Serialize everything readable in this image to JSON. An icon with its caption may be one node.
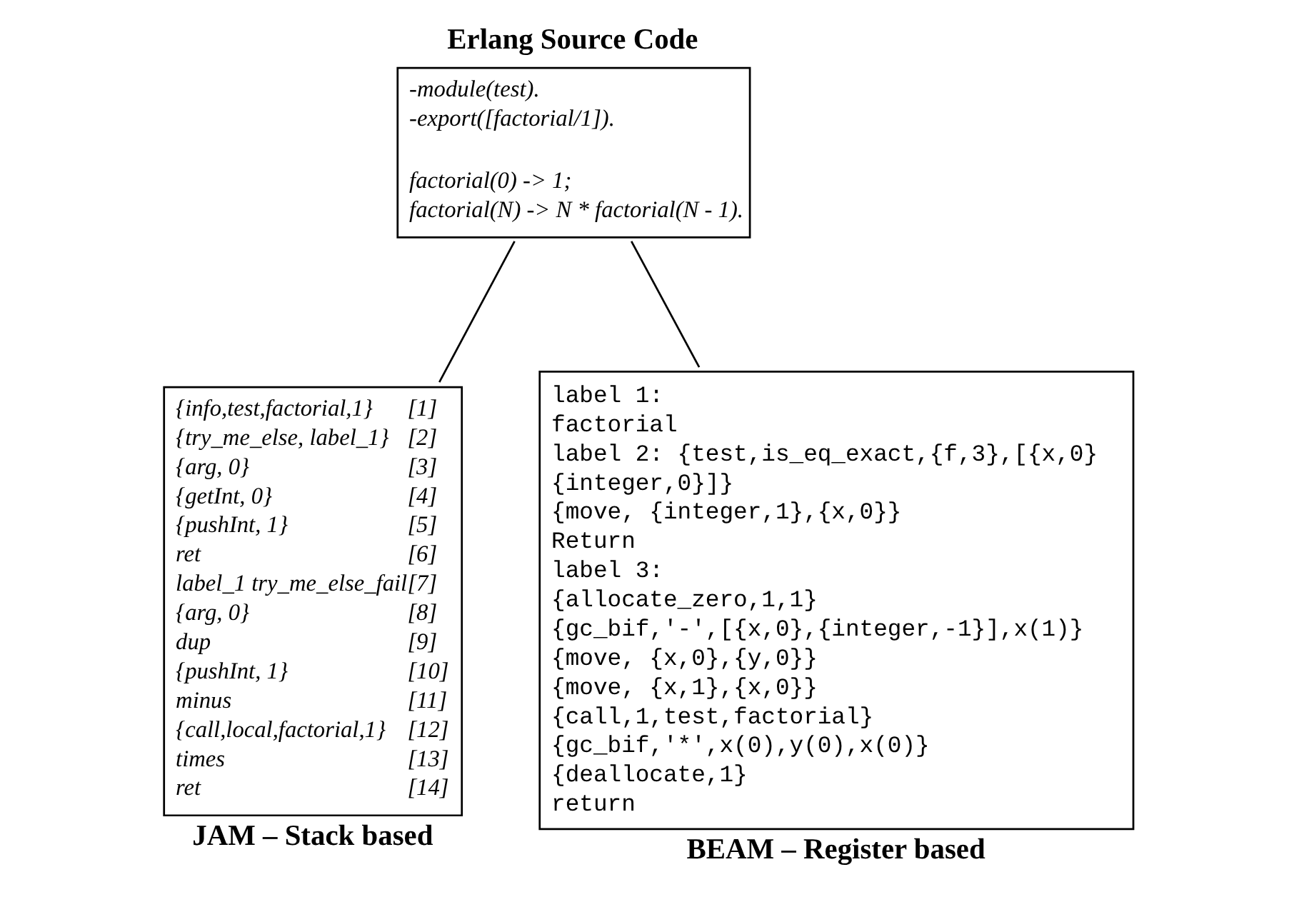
{
  "diagram": {
    "nodes": [
      {
        "text": [
          "Erlang Source Code",
          "-module(test).",
          "-export([factorial/1]).",
          "factorial(0) -> 1;",
          "factorial(N) -> N * factorial(N - 1)."
        ]
      },
      {
        "text": [
          "{info,test,factorial,1}",
          "[1]",
          "{try_me_else, label_1}",
          "[2]",
          "{arg, 0}",
          "[3]",
          "{getInt, 0}",
          "[4]",
          "{pushInt, 1}",
          "[5]",
          "ret",
          "[6]",
          "label_1 try_me_else_fail",
          "[7]",
          "{arg, 0}",
          "[8]",
          "dup",
          "[9]",
          "{pushInt, 1}",
          "[10]",
          "minus",
          "[11]",
          "{call,local,factorial,1}",
          "[12]",
          "times",
          "[13]",
          "ret",
          "[14]",
          "JAM – Stack based"
        ]
      },
      {
        "text": [
          "label 1:",
          "factorial",
          "label 2: {test,is_eq_exact,{f,3},[{x,0}",
          "{integer,0}]}",
          "{move, {integer,1},{x,0}}",
          "Return",
          "label 3:",
          "{allocate_zero,1,1}",
          "{gc_bif,'-',[{x,0},{integer,-1}],x(1)}",
          "{move, {x,0},{y,0}}",
          "{move, {x,1},{x,0}}",
          "{call,1,test,factorial}",
          "{gc_bif,'*',x(0),y(0),x(0)}",
          "{deallocate,1}",
          "return",
          "BEAM – Register based"
        ]
      }
    ],
    "edges": [
      {
        "from": 0,
        "to": 1,
        "arrow": "none"
      },
      {
        "from": 0,
        "to": 2,
        "arrow": "none"
      }
    ]
  }
}
